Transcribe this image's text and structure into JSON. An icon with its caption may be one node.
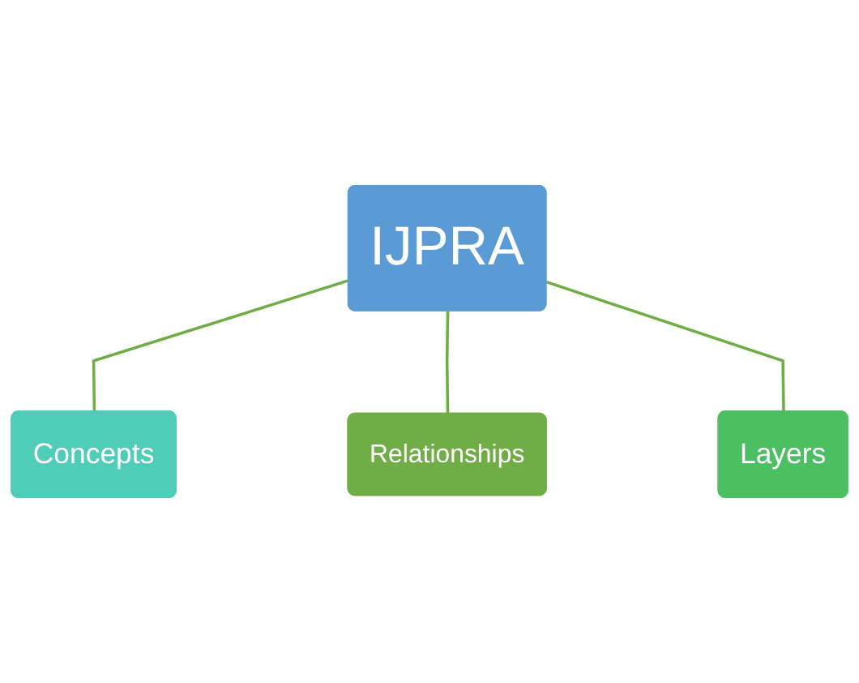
{
  "diagram": {
    "nodes": [
      {
        "text": [
          "Concepts"
        ]
      },
      {
        "text": [
          "IJPRA"
        ]
      },
      {
        "text": [
          "Relationships"
        ]
      },
      {
        "text": [
          "Layers"
        ]
      }
    ],
    "edges": [
      {
        "from": 1,
        "to": 0,
        "arrow": "none"
      },
      {
        "from": 1,
        "to": 2,
        "arrow": "none"
      },
      {
        "from": 1,
        "to": 3,
        "arrow": "none"
      }
    ]
  }
}
